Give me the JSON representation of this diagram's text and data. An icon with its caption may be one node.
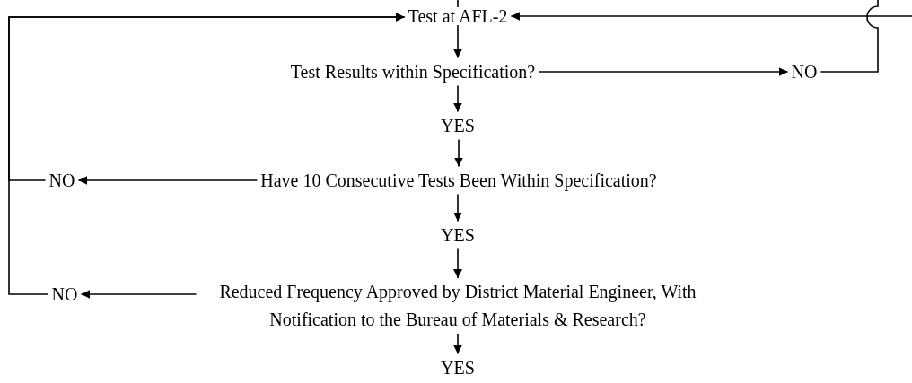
{
  "diagram": {
    "nodes": [
      {
        "text": [
          "Test at AFL-2"
        ]
      },
      {
        "text": [
          "Test Results within Specification?"
        ]
      },
      {
        "text": [
          "NO"
        ]
      },
      {
        "text": [
          "YES"
        ]
      },
      {
        "text": [
          "Have 10 Consecutive Tests Been Within Specification?"
        ]
      },
      {
        "text": [
          "NO"
        ]
      },
      {
        "text": [
          "YES"
        ]
      },
      {
        "text": [
          "Reduced Frequency Approved by District Material Engineer, With Notification to the Bureau of Materials & Research?"
        ]
      },
      {
        "text": [
          "NO"
        ]
      },
      {
        "text": [
          "YES"
        ]
      }
    ],
    "edges": [
      {
        "from": null,
        "to": 0,
        "arrow": "none"
      },
      {
        "from": 0,
        "to": 1,
        "arrow": "to"
      },
      {
        "from": 1,
        "to": 2,
        "arrow": "to"
      },
      {
        "from": 2,
        "to": null,
        "arrow": "none"
      },
      {
        "from": null,
        "to": 0,
        "arrow": "to"
      },
      {
        "from": 1,
        "to": 3,
        "arrow": "to"
      },
      {
        "from": 3,
        "to": 4,
        "arrow": "to"
      },
      {
        "from": 4,
        "to": 5,
        "arrow": "to"
      },
      {
        "from": 5,
        "to": 0,
        "arrow": "to"
      },
      {
        "from": 4,
        "to": 6,
        "arrow": "to"
      },
      {
        "from": 6,
        "to": 7,
        "arrow": "to"
      },
      {
        "from": 7,
        "to": 8,
        "arrow": "to"
      },
      {
        "from": 8,
        "to": 0,
        "arrow": "to"
      },
      {
        "from": 7,
        "to": 9,
        "arrow": "to"
      }
    ]
  }
}
